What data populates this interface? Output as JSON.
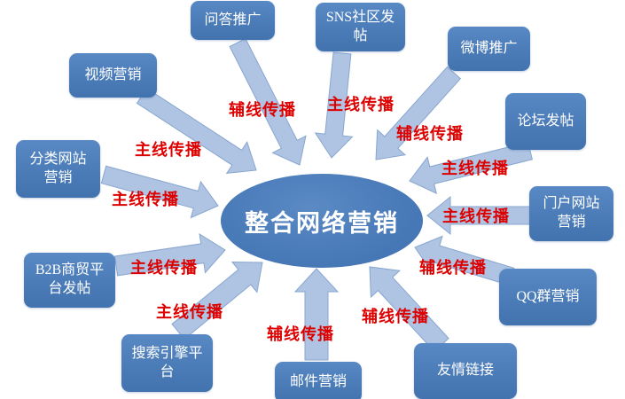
{
  "diagram": {
    "center": {
      "label": "整合网络营销"
    },
    "nodes": [
      {
        "id": "qa",
        "lines": [
          "问答推广"
        ]
      },
      {
        "id": "sns",
        "lines": [
          "SNS社区发",
          "帖"
        ]
      },
      {
        "id": "weibo",
        "lines": [
          "微博推广"
        ]
      },
      {
        "id": "forum",
        "lines": [
          "论坛发帖"
        ]
      },
      {
        "id": "portal",
        "lines": [
          "门户网站",
          "营销"
        ]
      },
      {
        "id": "qq",
        "lines": [
          "QQ群营销"
        ]
      },
      {
        "id": "links",
        "lines": [
          "友情链接"
        ]
      },
      {
        "id": "email",
        "lines": [
          "邮件营销"
        ]
      },
      {
        "id": "search",
        "lines": [
          "搜索引擎平",
          "台"
        ]
      },
      {
        "id": "b2b",
        "lines": [
          "B2B商贸平",
          "台发帖"
        ]
      },
      {
        "id": "category",
        "lines": [
          "分类网站",
          "营销"
        ]
      },
      {
        "id": "video",
        "lines": [
          "视频营销"
        ]
      }
    ],
    "edges": {
      "qa": "辅线传播",
      "sns": "主线传播",
      "weibo": "辅线传播",
      "forum": "主线传播",
      "portal": "主线传播",
      "qq": "辅线传播",
      "links": "辅线传播",
      "email": "辅线传播",
      "search": "主线传播",
      "b2b": "主线传播",
      "category": "主线传播",
      "video": "主线传播"
    },
    "colors": {
      "node_fill": "#4b7cb8",
      "arrow_fill": "#aec4e2",
      "arrow_edge": "#89a6d0",
      "edge_label_color": "#dd0000",
      "node_text": "#ffffff"
    }
  }
}
